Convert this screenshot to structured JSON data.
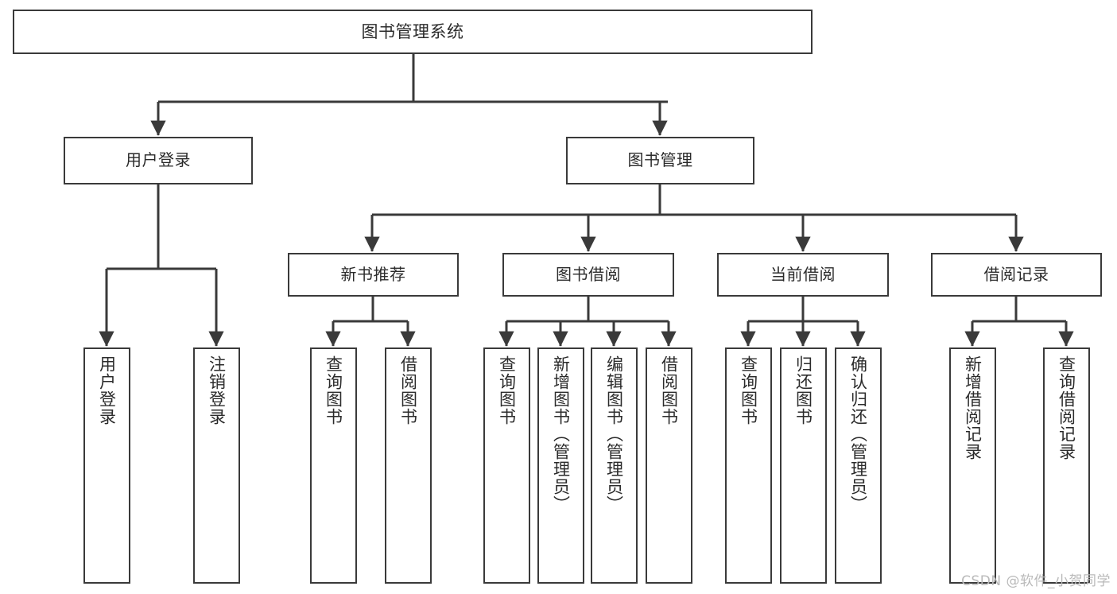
{
  "diagram": {
    "title": "图书管理系统",
    "watermark": "CSDN @软件_小贺同学",
    "stroke_color": "#3a3a3a",
    "text_color": "#2b2b2b",
    "background_color": "#ffffff",
    "watermark_color": "#b9b9b9"
  },
  "nodes": {
    "root": {
      "label": "图书管理系统"
    },
    "user_login": {
      "label": "用户登录"
    },
    "book_manage": {
      "label": "图书管理"
    },
    "new_book_rec": {
      "label": "新书推荐"
    },
    "book_borrow": {
      "label": "图书借阅"
    },
    "current_borrow": {
      "label": "当前借阅"
    },
    "borrow_record": {
      "label": "借阅记录"
    },
    "leaf_user_login": {
      "label": "用户登录"
    },
    "leaf_user_logout": {
      "label": "注销登录"
    },
    "leaf_rec_query_book": {
      "label": "查询图书"
    },
    "leaf_rec_borrow_book": {
      "label": "借阅图书"
    },
    "leaf_borrow_query_book": {
      "label": "查询图书"
    },
    "leaf_borrow_add_book": {
      "label": "新增图书（管理员）"
    },
    "leaf_borrow_edit_book": {
      "label": "编辑图书（管理员）"
    },
    "leaf_borrow_borrow_book": {
      "label": "借阅图书"
    },
    "leaf_cur_query_book": {
      "label": "查询图书"
    },
    "leaf_cur_return_book": {
      "label": "归还图书"
    },
    "leaf_cur_confirm_return": {
      "label": "确认归还（管理员）"
    },
    "leaf_rec_add_record": {
      "label": "新增借阅记录"
    },
    "leaf_rec_query_record": {
      "label": "查询借阅记录"
    }
  },
  "chart_data": {
    "type": "diagram",
    "subtype": "tree-hierarchy",
    "title": "图书管理系统",
    "orientation": "top-down",
    "edge_style": "orthogonal-with-arrowheads",
    "levels": 4,
    "tree": {
      "label": "图书管理系统",
      "children": [
        {
          "label": "用户登录",
          "children": [
            {
              "label": "用户登录"
            },
            {
              "label": "注销登录"
            }
          ]
        },
        {
          "label": "图书管理",
          "children": [
            {
              "label": "新书推荐",
              "children": [
                {
                  "label": "查询图书"
                },
                {
                  "label": "借阅图书"
                }
              ]
            },
            {
              "label": "图书借阅",
              "children": [
                {
                  "label": "查询图书"
                },
                {
                  "label": "新增图书（管理员）"
                },
                {
                  "label": "编辑图书（管理员）"
                },
                {
                  "label": "借阅图书"
                }
              ]
            },
            {
              "label": "当前借阅",
              "children": [
                {
                  "label": "查询图书"
                },
                {
                  "label": "归还图书"
                },
                {
                  "label": "确认归还（管理员）"
                }
              ]
            },
            {
              "label": "借阅记录",
              "children": [
                {
                  "label": "新增借阅记录"
                },
                {
                  "label": "查询借阅记录"
                }
              ]
            }
          ]
        }
      ]
    }
  }
}
